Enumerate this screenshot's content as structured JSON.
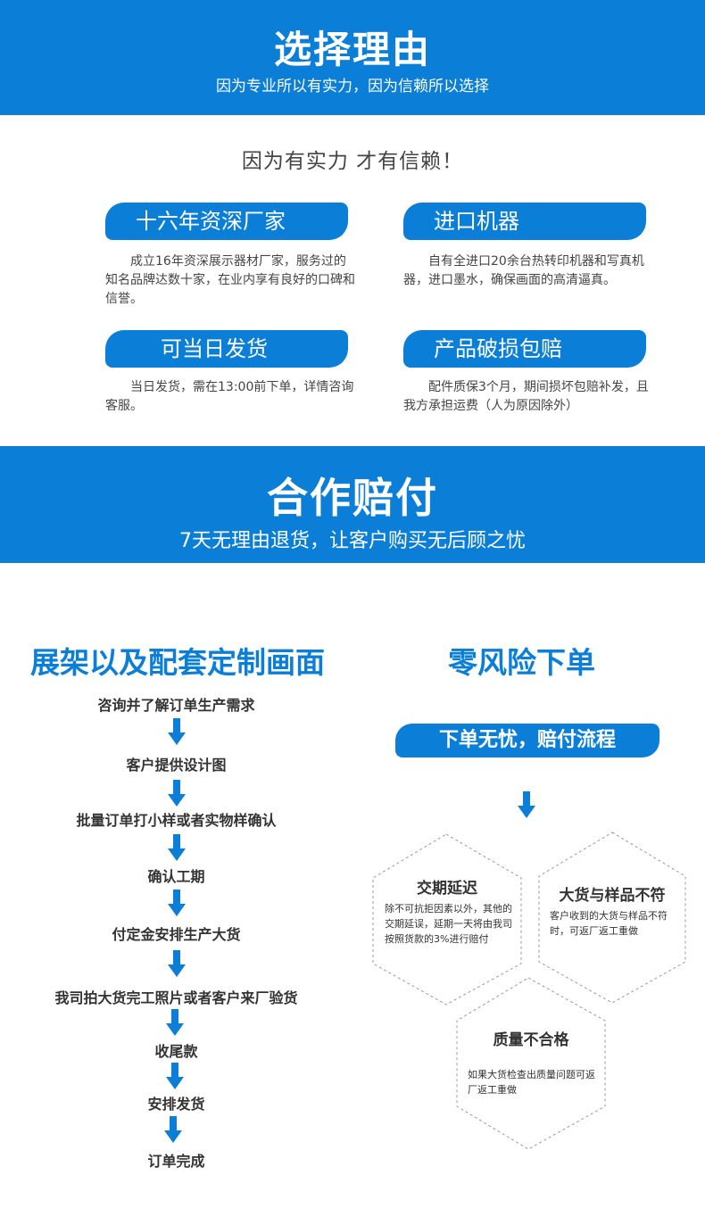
{
  "band1": {
    "title": "选择理由",
    "subtitle": "因为专业所以有实力，因为信赖所以选择"
  },
  "tagline": "因为有实力 才有信赖！",
  "features": [
    {
      "title": "十六年资深厂家",
      "desc": "成立16年资深展示器材厂家，服务过的知名品牌达数十家，在业内享有良好的口碑和信誉。"
    },
    {
      "title": "进口机器",
      "desc": "自有全进口20余台热转印机器和写真机器，进口墨水，确保画面的高清逼真。"
    },
    {
      "title": "可当日发货",
      "desc": "当日发货，需在13:00前下单，详情咨询客服。"
    },
    {
      "title": "产品破损包赔",
      "desc": "配件质保3个月，期间损坏包赔补发，且我方承担运费（人为原因除外）"
    }
  ],
  "band2": {
    "title": "合作赔付",
    "subtitle": "7天无理由退货，让客户购买无后顾之忧"
  },
  "process": {
    "title": "展架以及配套定制画面",
    "steps": [
      "咨询并了解订单生产需求",
      "客户提供设计图",
      "批量订单打小样或者实物样确认",
      "确认工期",
      "付定金安排生产大货",
      "我司拍大货完工照片或者客户来厂验货",
      "收尾款",
      "安排发货",
      "订单完成"
    ]
  },
  "zero_risk": {
    "title": "零风险下单",
    "pill": "下单无忧，赔付流程",
    "hexes": [
      {
        "title": "交期延迟",
        "text": "除不可抗拒因素以外，其他的交期延误，延期一天将由我司按照货款的3%进行赔付"
      },
      {
        "title": "大货与样品不符",
        "text": "客户收到的大货与样品不符时，可返厂返工重做"
      },
      {
        "title": "质量不合格",
        "text": "如果大货检查出质量问题可返厂返工重做"
      }
    ]
  },
  "colors": {
    "brand_blue": "#0b7fd8"
  }
}
